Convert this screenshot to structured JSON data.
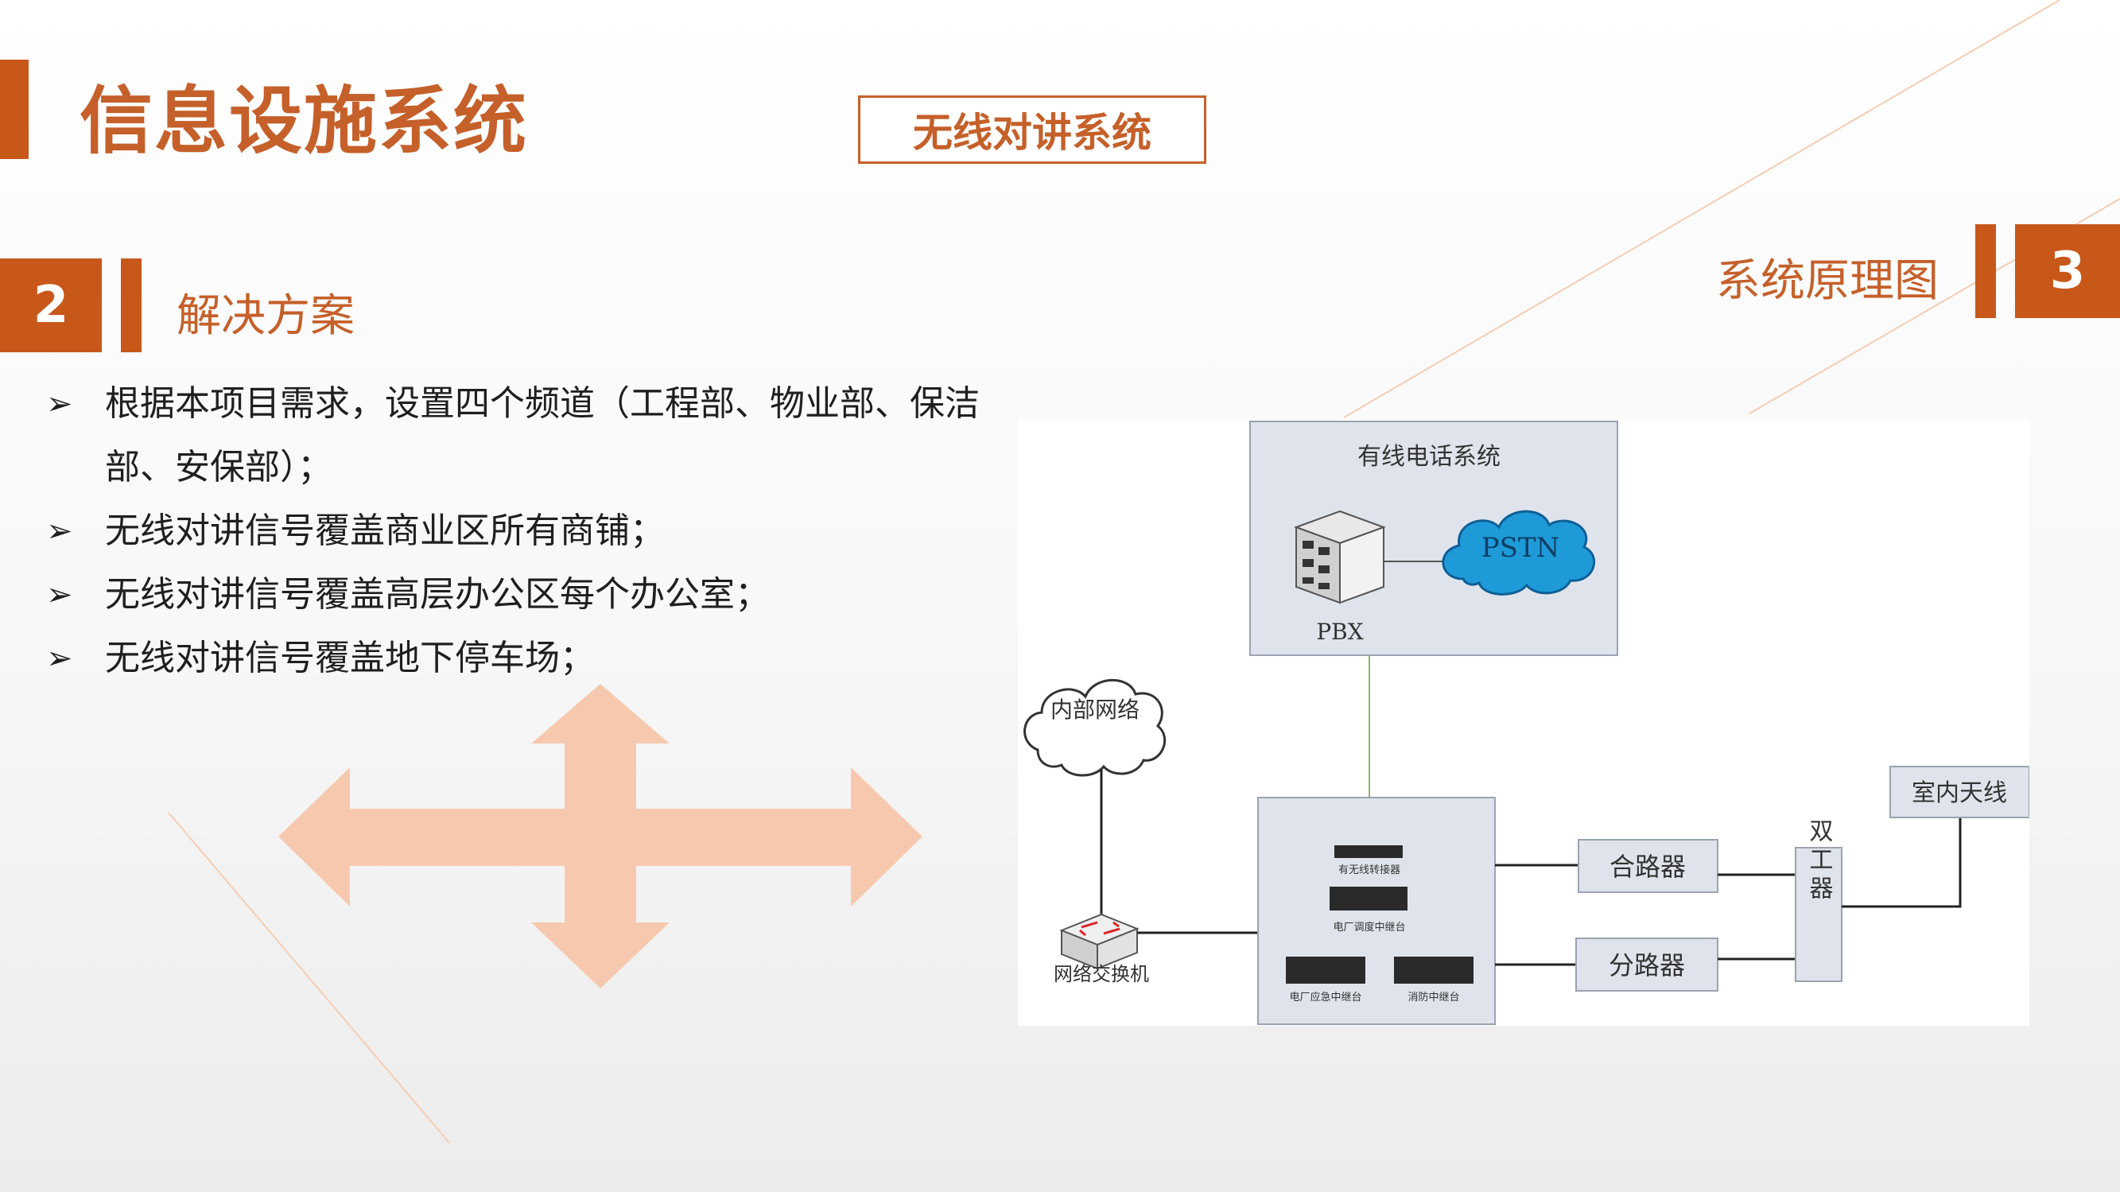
{
  "header": {
    "title": "信息设施系统",
    "subtitle_box": "无线对讲系统"
  },
  "left_section": {
    "number": "2",
    "heading": "解决方案",
    "bullets": [
      "根据本项目需求，设置四个频道（工程部、物业部、保洁部、安保部）；",
      "无线对讲信号覆盖商业区所有商铺；",
      "无线对讲信号覆盖高层办公区每个办公室；",
      "无线对讲信号覆盖地下停车场；"
    ],
    "bullet_icon": "arrowhead-icon"
  },
  "right_section": {
    "number": "3",
    "heading": "系统原理图"
  },
  "diagram": {
    "wired_group_label": "有线电话系统",
    "pbx_label": "PBX",
    "pstn_label": "PSTN",
    "intranet_label": "内部网络",
    "switch_label": "网络交换机",
    "device_labels": [
      "有无线转接器",
      "电厂调度中继台",
      "电厂应急中继台",
      "消防中继台"
    ],
    "combiner_label": "合路器",
    "splitter_label": "分路器",
    "duplexer_label": "双工器",
    "antenna_label": "室内天线"
  },
  "colors": {
    "accent": "#c8581a",
    "title_text": "#c5602a",
    "cross_arrow": "#f6c9ae",
    "box_fill": "#dfe4ec",
    "cloud_fill": "#1f9ad8"
  }
}
